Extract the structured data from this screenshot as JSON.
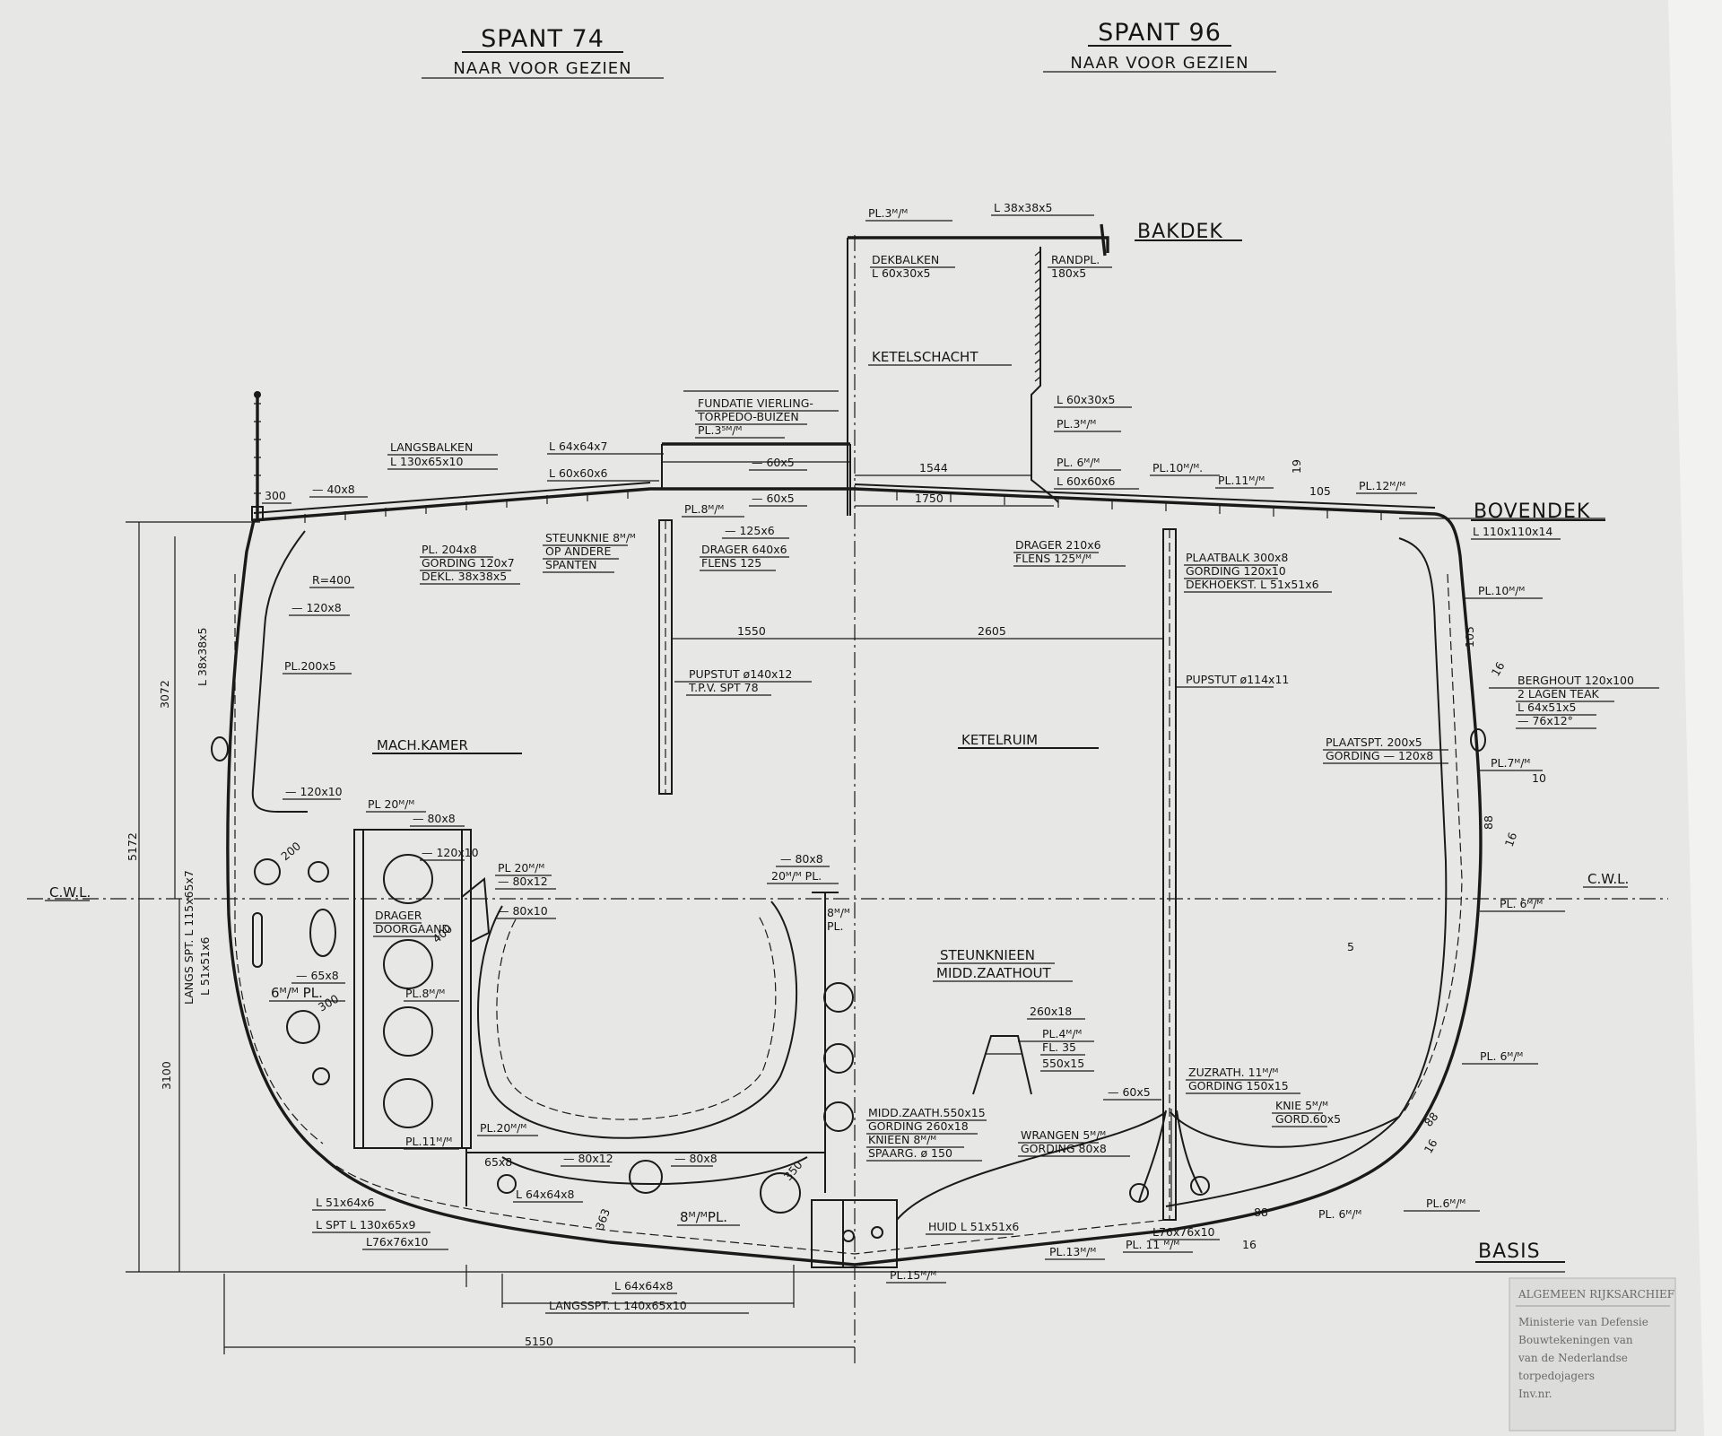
{
  "titles": {
    "left": {
      "title": "SPANT 74",
      "subtitle": "NAAR VOOR GEZIEN"
    },
    "right": {
      "title": "SPANT 96",
      "subtitle": "NAAR VOOR GEZIEN"
    }
  },
  "decks": {
    "bakdek": "BAKDEK",
    "bovendek": "BOVENDEK",
    "basis": "BASIS",
    "cwl_left": "C.W.L.",
    "cwl_right": "C.W.L."
  },
  "rooms": {
    "machkamer": "MACH.KAMER",
    "ketelruim": "KETELRUIM",
    "ketelschacht": "KETELSCHACHT",
    "steunknieen": [
      "STEUNKNIEEN",
      "MIDD.ZAATHOUT"
    ]
  },
  "dimensions": {
    "d1544": "1544",
    "d1750": "1750",
    "d1550": "1550",
    "d2605": "2605",
    "d5150": "5150",
    "d5172": "5172",
    "d3072": "3072",
    "d3100": "3100",
    "r400": "R=400",
    "d200": "200",
    "d300": "300",
    "d400": "400",
    "d350": "350",
    "d105": "105",
    "d19": "19",
    "d10": "10",
    "d16a": "16",
    "d88a": "88",
    "d105b": "105",
    "d16b": "16",
    "d88b": "88",
    "d16c": "16",
    "d88c": "88",
    "d16d": "16",
    "d300b": "300",
    "d5": "5",
    "d363": "363"
  },
  "labels": {
    "pl3top": "PL.3ᴹ/ᴹ",
    "l38x38x5": "L 38x38x5",
    "dekbalken": [
      "DEKBALKEN",
      "L 60x30x5"
    ],
    "randpl": [
      "RANDPL.",
      "180x5"
    ],
    "fundatie": [
      "FUNDATIE VIERLING-",
      "TORPEDO-BUIZEN",
      "PL.3⁵ᴹ/ᴹ"
    ],
    "l60x30x5": "L 60x30x5",
    "pl3b": "PL.3ᴹ/ᴹ",
    "pl6": "PL. 6ᴹ/ᴹ",
    "l60x60x6r": "L 60x60x6",
    "pl10top": "PL.10ᴹ/ᴹ.",
    "pl11top": "PL.11ᴹ/ᴹ",
    "pl12top": "PL.12ᴹ/ᴹ",
    "langsbalken": [
      "LANGSBALKEN",
      "L 130x65x10"
    ],
    "l64x64x7": "L 64x64x7",
    "l60x60x6l": "L 60x60x6",
    "f60x5a": "— 60x5",
    "f60x5b": "— 60x5",
    "f125x6": "— 125x6",
    "pl8top": "PL.8ᴹ/ᴹ",
    "f40x8": "— 40x8",
    "pl204": [
      "PL. 204x8",
      "GORDING 120x7",
      "DEKL. 38x38x5"
    ],
    "steunknie": [
      "STEUNKNIE 8ᴹ/ᴹ",
      "OP ANDERE",
      "SPANTEN"
    ],
    "drager640": [
      "DRAGER 640x6",
      "FLENS 125"
    ],
    "drager210": [
      "DRAGER 210x6",
      "FLENS 125ᴹ/ᴹ"
    ],
    "plaatbalk": [
      "PLAATBALK 300x8",
      "GORDING 120x10",
      "DEKHOEKST. L 51x51x6"
    ],
    "l110": "L 110x110x14",
    "pl10r": "PL.10ᴹ/ᴹ",
    "berghout": [
      "BERGHOUT 120x100",
      "2 LAGEN TEAK",
      "L 64x51x5",
      "— 76x12°"
    ],
    "plaatspt": [
      "PLAATSPT. 200x5",
      "GORDING — 120x8"
    ],
    "pl7r": "PL.7ᴹ/ᴹ",
    "pl6r1": "PL. 6ᴹ/ᴹ",
    "pl6r2": "PL. 6ᴹ/ᴹ",
    "pl6r3": "PL. 6ᴹ/ᴹ",
    "f120x8l": "— 120x8",
    "pl200x5": "PL.200x5",
    "l38x38x5v": "L 38x38x5",
    "langsspt_v": "LANGS SPT. L 115x65x7",
    "l51x51x6v": "L 51x51x6",
    "f120x10": "— 120x10",
    "pupstut140": [
      "PUPSTUT ø140x12",
      "T.P.V. SPT 78"
    ],
    "pupstut114": "PUPSTUT ø114x11",
    "pl20a": "PL 20ᴹ/ᴹ",
    "f80x8a": "— 80x8",
    "f120x10b": "— 120x10",
    "pl20b": "PL 20ᴹ/ᴹ",
    "f80x12": "— 80x12",
    "f80x10": "— 80x10",
    "drager_doorgaand": [
      "DRAGER",
      "DOORGAAND"
    ],
    "f65x8": "— 65x8",
    "pl6mm": "6ᴹ/ᴹ PL.",
    "pl8mid": "PL.8ᴹ/ᴹ",
    "pl11mid": "PL.11ᴹ/ᴹ",
    "f80x8b": "— 80x8",
    "pl20mm": "20ᴹ/ᴹ PL.",
    "pl8small": [
      "8ᴹ/ᴹ",
      "PL."
    ],
    "pl20c": "PL.20ᴹ/ᴹ",
    "f65x8b": "65x8",
    "f80x12b": "— 80x12",
    "f80x8c": "— 80x8",
    "l64x64x8a": "L 64x64x8",
    "pl8bottom": "8ᴹ/ᴹPL.",
    "l51x64": "L 51x64x6",
    "lspt130": "L SPT L 130x65x9",
    "l76a": "L76x76x10",
    "l64x64x8b": "L 64x64x8",
    "langsspt140": "LANGSSPT. L 140x65x10",
    "f260x18": "260x18",
    "pl4": [
      "PL.4ᴹ/ᴹ",
      "FL. 35",
      "550x15"
    ],
    "midd": [
      "MIDD.ZAATH.550x15",
      "GORDING 260x18",
      "KNIEEN 8ᴹ/ᴹ",
      "SPAARG. ø 150"
    ],
    "wrangen": [
      "WRANGEN 5ᴹ/ᴹ",
      "GORDING 80x8"
    ],
    "f60x5c": "— 60x5",
    "zuzrath": [
      "ZUZRATH. 11ᴹ/ᴹ",
      "GORDING 150x15"
    ],
    "knie": [
      "KNIE 5ᴹ/ᴹ",
      "GORD.60x5"
    ],
    "huid": "HUID L 51x51x6",
    "pl13": "PL.13ᴹ/ᴹ",
    "pl11b": "PL. 11 ᴹ/ᴹ",
    "l76b": "L76x76x10",
    "pl15": "PL.15ᴹ/ᴹ",
    "pl6bot": "PL.6ᴹ/ᴹ"
  },
  "stamp": [
    "ALGEMEEN RIJKSARCHIEF",
    "Ministerie van Defensie",
    "Bouwtekeningen van",
    "van de Nederlandse",
    "torpedojagers",
    "Inv.nr."
  ]
}
